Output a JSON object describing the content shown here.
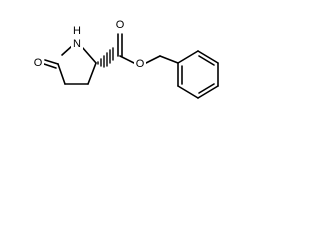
{
  "molecule": {
    "atoms": {
      "ring_oxygen_label": "O",
      "nitrogen_label": "N",
      "hydrogen_label": "H",
      "carbonyl_oxygen_label": "O",
      "ester_oxygen_label": "O"
    }
  }
}
